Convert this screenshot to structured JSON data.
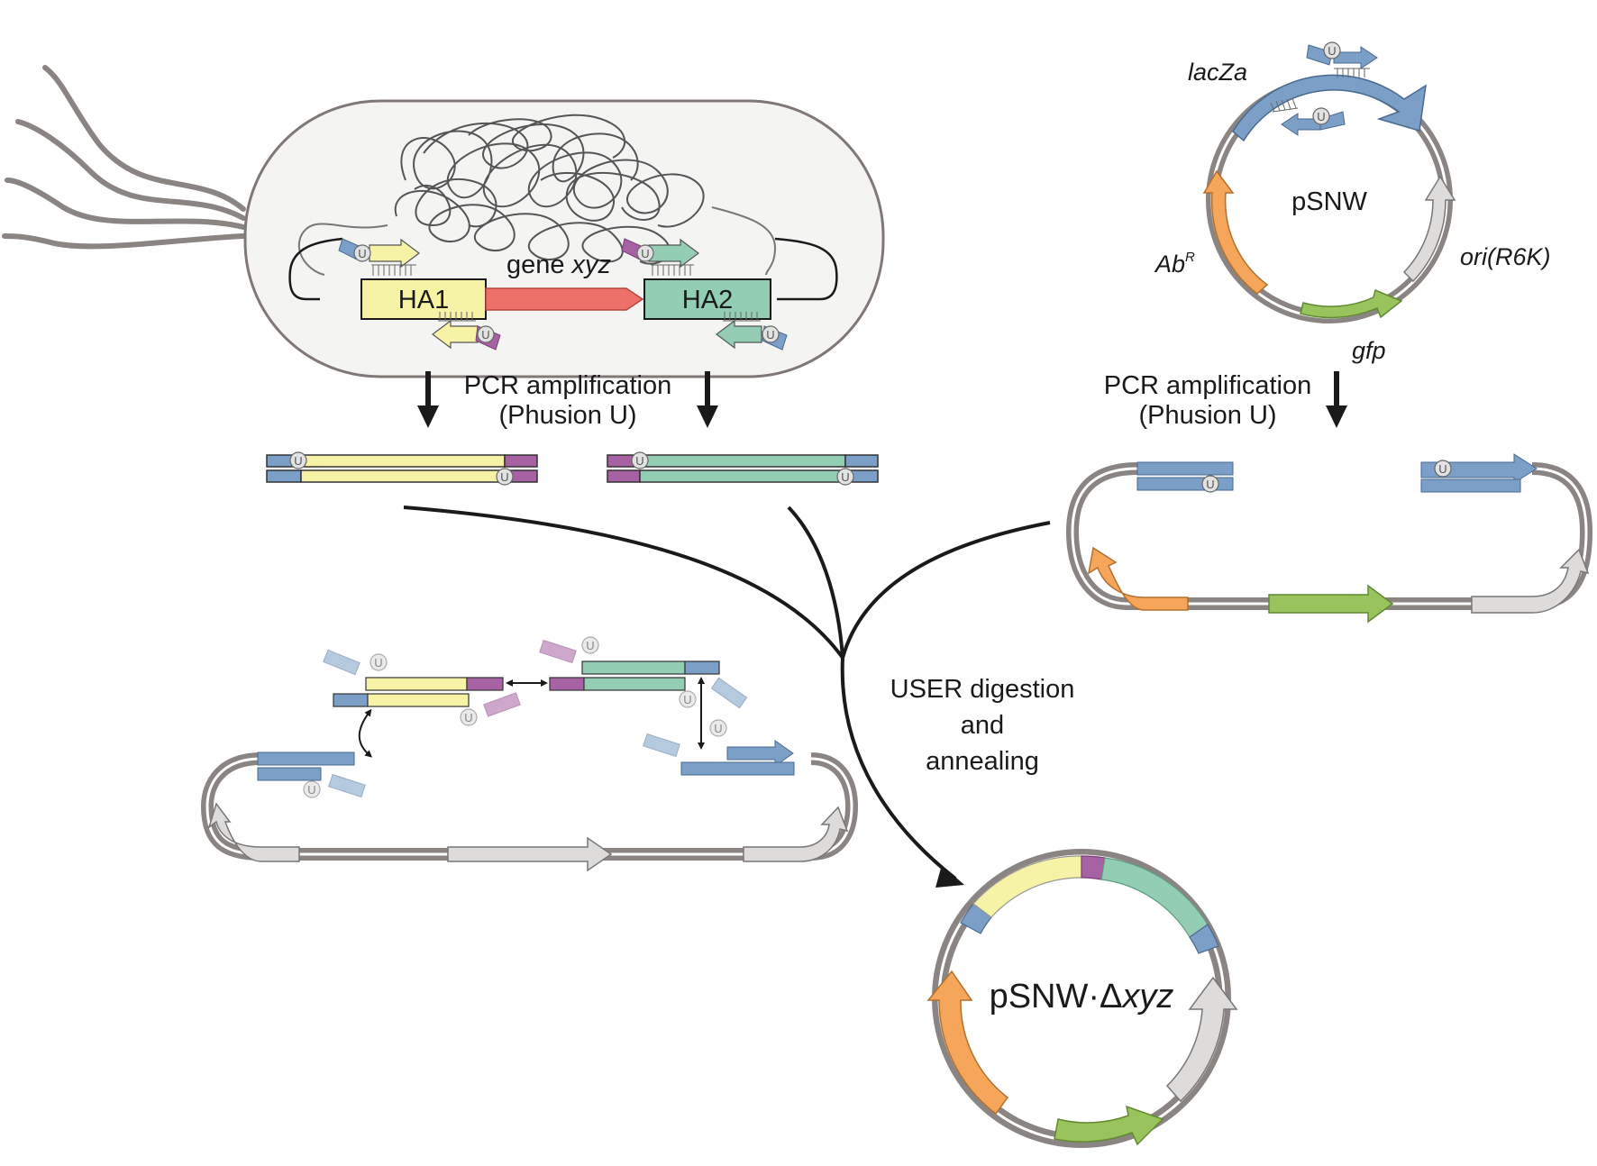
{
  "colors": {
    "ha1": "#f7f3a6",
    "ha2": "#93cdb4",
    "gene": "#ee7169",
    "tag_blue": "#7b9fc6",
    "tag_purple": "#a662a3",
    "lacz": "#7b9fc6",
    "abr": "#f6a65a",
    "gfp": "#99c35c",
    "ori": "#dedcda",
    "backbone": "#8a8482",
    "flagella": "#8a8482"
  },
  "labels": {
    "ha1": "HA1",
    "ha2": "HA2",
    "gene_prefix": "gene ",
    "gene_name": "xyz",
    "pcr_line1": "PCR amplification",
    "pcr_line2": "(Phusion U)",
    "plasmid_name": "pSNW",
    "lacz": "lacZa",
    "abr_main": "Ab",
    "abr_sup": "R",
    "ori": "ori(R6K)",
    "gfp": "gfp",
    "user_line1": "USER digestion",
    "user_line2": "and",
    "user_line3": "annealing",
    "final_prefix": "pSNW·Δ",
    "final_italic": "xyz",
    "uracil": "U"
  }
}
